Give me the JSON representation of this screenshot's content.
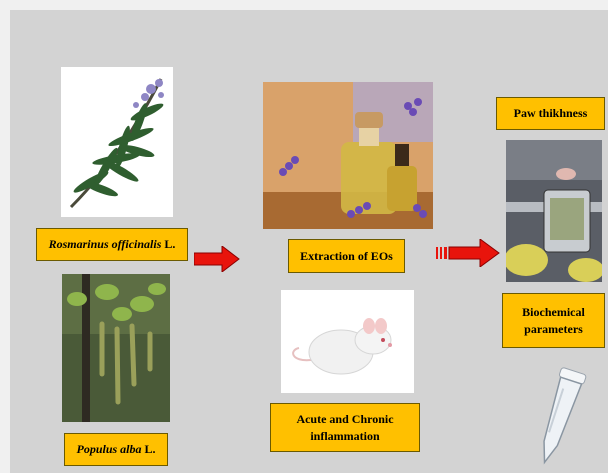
{
  "labels": {
    "rosmarinus_italic": "Rosmarinus officinalis",
    "rosmarinus_suffix": " L.",
    "populus_italic": "Populus alba",
    "populus_suffix": " L.",
    "extraction": "Extraction of EOs",
    "inflammation_line1": "Acute and Chronic",
    "inflammation_line2": "inflammation",
    "paw": "Paw thikhness",
    "biochem_line1": "Biochemical",
    "biochem_line2": "parameters"
  },
  "images": {
    "rosemary": "rosemary-illustration",
    "populus": "populus-alba-catkins-photo",
    "oils": "essential-oil-bottles-lavender-photo",
    "rat": "white-rat-photo",
    "caliper": "digital-caliper-paw-measurement-photo",
    "tube": "microcentrifuge-tube-icon"
  },
  "colors": {
    "label_fill": "#ffc000",
    "arrow": "#e8140c",
    "background": "#d3d3d3"
  }
}
